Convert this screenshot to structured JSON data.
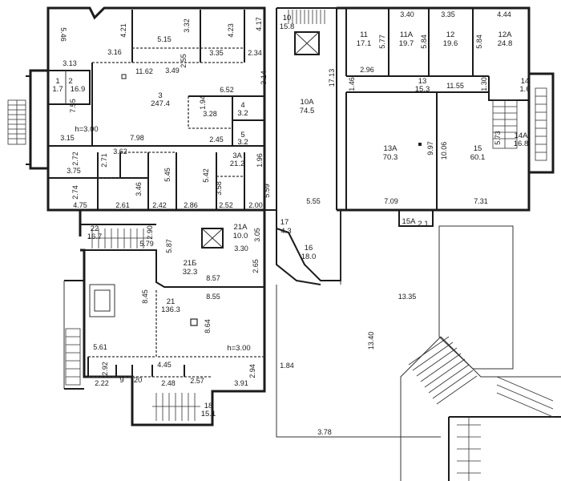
{
  "rooms": [
    {
      "id": "2",
      "area": "16.9"
    },
    {
      "id": "3",
      "area": "247.4"
    },
    {
      "id": "3A",
      "area": "21.2"
    },
    {
      "id": "4",
      "area": "3.2"
    },
    {
      "id": "5",
      "area": "3.2"
    },
    {
      "id": "10",
      "area": "15.8"
    },
    {
      "id": "10A",
      "area": "74.5"
    },
    {
      "id": "11",
      "area": "17.1"
    },
    {
      "id": "11A",
      "area": "19.7"
    },
    {
      "id": "12",
      "area": "19.6"
    },
    {
      "id": "12A",
      "area": "24.8"
    },
    {
      "id": "13",
      "area": "15.3"
    },
    {
      "id": "13A",
      "area": "70.3"
    },
    {
      "id": "14",
      "area": "1.6"
    },
    {
      "id": "14A",
      "area": "16.8"
    },
    {
      "id": "15",
      "area": "60.1"
    },
    {
      "id": "16",
      "area": "18.0"
    },
    {
      "id": "17",
      "area": "4.3"
    },
    {
      "id": "18",
      "area": "15.1"
    },
    {
      "id": "21",
      "area": "136.3"
    },
    {
      "id": "21A",
      "area": "10.0"
    },
    {
      "id": "21Б",
      "area": "32.3"
    },
    {
      "id": "22",
      "area": "16.7"
    }
  ],
  "room_labels_extra": {
    "r1": "1",
    "r1_area": "1.7",
    "r9": "9",
    "r20": "20",
    "r15a": "15А",
    "r15a_area": "2.1"
  },
  "ceiling_heights": [
    "h=3.00",
    "h=3.00"
  ],
  "dimensions": [
    "5.46",
    "4.21",
    "3.32",
    "4.23",
    "4.17",
    "3.13",
    "3.16",
    "5.15",
    "2.55",
    "3.35",
    "2.34",
    "11.62",
    "3.49",
    "3.14",
    "7.55",
    "6.52",
    "1.94",
    "3.28",
    "2.45",
    "3.15",
    "7.98",
    "3.62",
    "2.72",
    "2.71",
    "3.75",
    "2.74",
    "3.46",
    "5.45",
    "5.42",
    "3.58",
    "1.96",
    "5.59",
    "4.75",
    "2.61",
    "2.42",
    "2.86",
    "2.52",
    "2.00",
    "17.13",
    "5.55",
    "3.40",
    "3.35",
    "4.44",
    "5.77",
    "5.84",
    "5.84",
    "2.96",
    "11.55",
    "1.46",
    "1.30",
    "9.97",
    "10.06",
    "5.73",
    "7.09",
    "7.31",
    "2.90",
    "5.79",
    "5.87",
    "3.05",
    "3.30",
    "2.65",
    "8.57",
    "8.45",
    "8.55",
    "8.64",
    "13.35",
    "13.40",
    "5.61",
    "4.45",
    "2.92",
    "2.22",
    "2.48",
    "2.57",
    "2.94",
    "3.91",
    "1.84",
    "3.78"
  ]
}
